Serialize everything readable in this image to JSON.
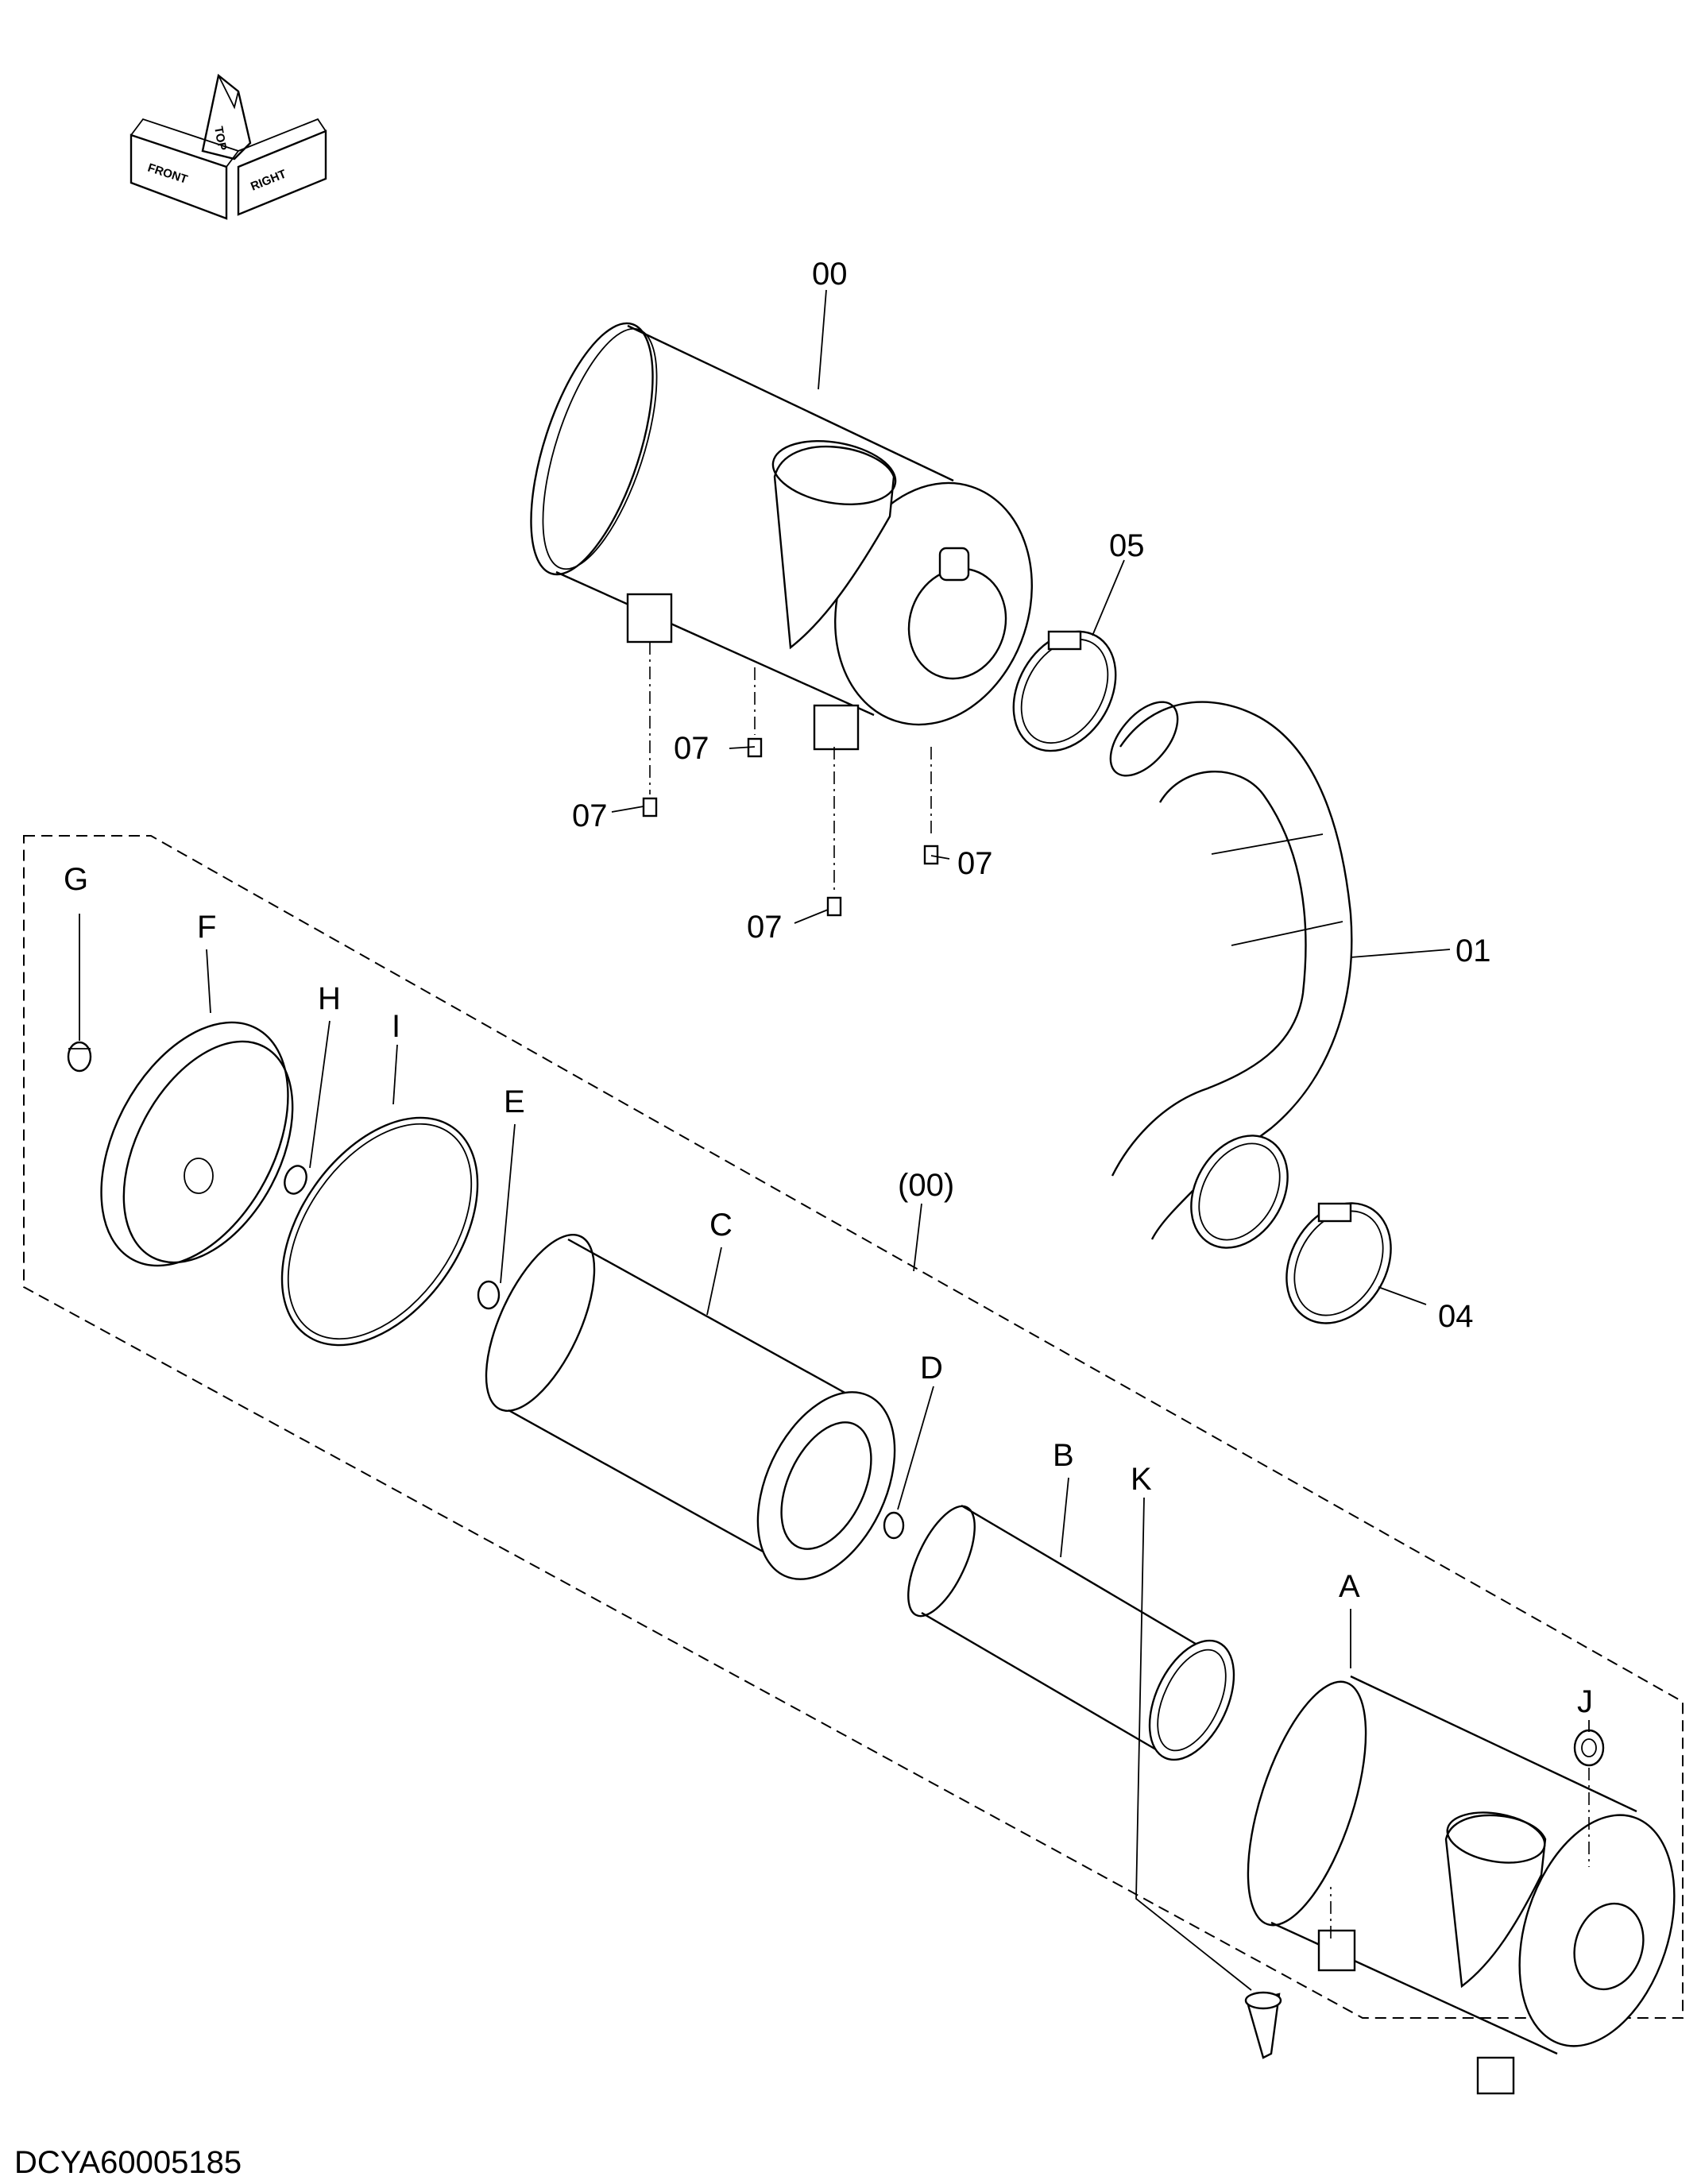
{
  "orientation_indicator": {
    "top": "TOP",
    "front": "FRONT",
    "right": "RIGHT"
  },
  "callouts": {
    "c00": "00",
    "c01": "01",
    "c04": "04",
    "c05": "05",
    "c07a": "07",
    "c07b": "07",
    "c07c": "07",
    "c07d": "07",
    "assembly": "(00)",
    "A": "A",
    "B": "B",
    "C": "C",
    "D": "D",
    "E": "E",
    "F": "F",
    "G": "G",
    "H": "H",
    "I": "I",
    "J": "J",
    "K": "K"
  },
  "drawing_code": "DCYA60005185"
}
